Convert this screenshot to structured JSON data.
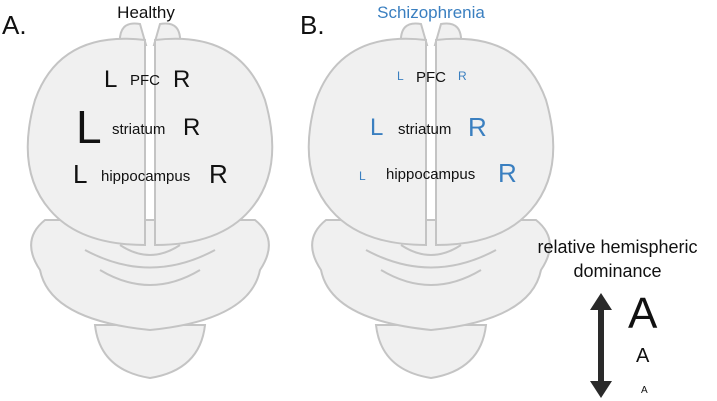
{
  "colors": {
    "healthy_text": "#111111",
    "schizo_accent": "#3a7fc0",
    "brain_fill": "#f0f0f0",
    "brain_stroke": "#c4c4c4"
  },
  "panels": [
    {
      "letter": "A.",
      "title": "Healthy",
      "rows": [
        {
          "region": "PFC",
          "left": "L",
          "right": "R"
        },
        {
          "region": "striatum",
          "left": "L",
          "right": "R"
        },
        {
          "region": "hippocampus",
          "left": "L",
          "right": "R"
        }
      ]
    },
    {
      "letter": "B.",
      "title": "Schizophrenia",
      "rows": [
        {
          "region": "PFC",
          "left": "L",
          "right": "R"
        },
        {
          "region": "striatum",
          "left": "L",
          "right": "R"
        },
        {
          "region": "hippocampus",
          "left": "L",
          "right": "R"
        }
      ]
    }
  ],
  "legend": {
    "title": "relative hemispheric dominance",
    "arrow_icon": "double-arrow-vertical-icon",
    "letters": [
      "A",
      "A",
      "A"
    ]
  }
}
